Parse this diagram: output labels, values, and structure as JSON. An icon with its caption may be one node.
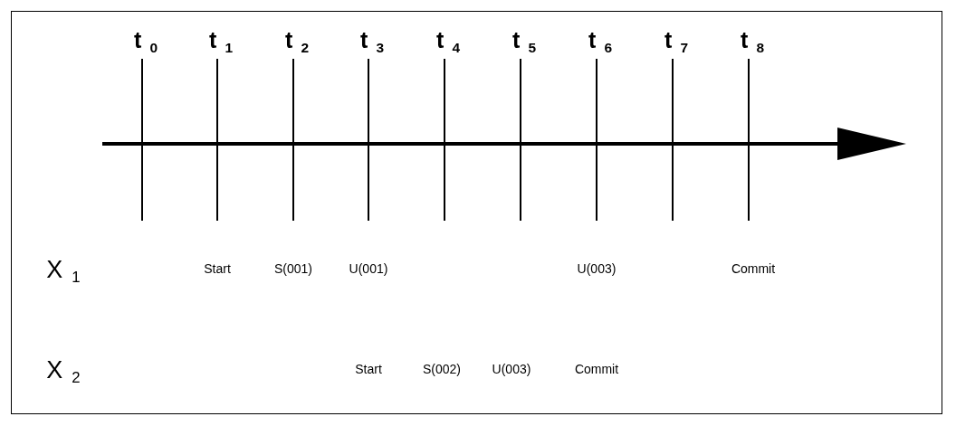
{
  "diagram": {
    "labels": [
      "t $_{0}$",
      "t $_{1}$",
      "t $_{2}$",
      "t $_{3}$",
      "t $_{4}$",
      "t $_{5}$",
      "t $_{6}$",
      "t $_{7}$",
      "t $_{8}$",
      "X $_{1}$",
      "Start",
      "S(001)",
      "U(001)",
      "U(003)",
      "Commit",
      "X $_{2}$",
      "Start",
      "S(002)",
      "U(003)",
      "Commit"
    ]
  }
}
